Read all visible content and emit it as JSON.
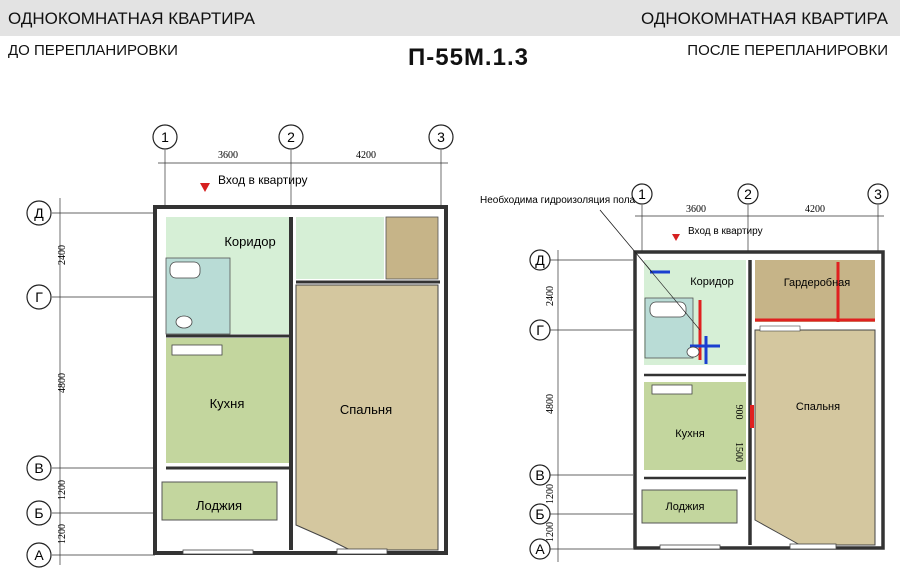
{
  "header": {
    "left_title": "ОДНОКОМНАТНАЯ КВАРТИРА",
    "right_title": "ОДНОКОМНАТНАЯ КВАРТИРА",
    "left_subtitle": "ДО ПЕРЕПЛАНИРОВКИ",
    "right_subtitle": "ПОСЛЕ ПЕРЕПЛАНИРОВКИ",
    "series": "П-55М.1.3"
  },
  "before": {
    "axes_top": [
      "1",
      "2",
      "3"
    ],
    "axes_left": [
      "Д",
      "Г",
      "В",
      "Б",
      "А"
    ],
    "dims_top": [
      "3600",
      "4200"
    ],
    "dims_left": [
      "2400",
      "4800",
      "1200",
      "1200"
    ],
    "entrance": "Вход в квартиру",
    "rooms": {
      "corridor": "Коридор",
      "kitchen": "Кухня",
      "bedroom": "Спальня",
      "loggia": "Лоджия"
    }
  },
  "after": {
    "axes_top": [
      "1",
      "2",
      "3"
    ],
    "axes_left": [
      "Д",
      "Г",
      "В",
      "Б",
      "А"
    ],
    "dims_top": [
      "3600",
      "4200"
    ],
    "dims_left": [
      "2400",
      "4800",
      "1200",
      "1200"
    ],
    "entrance": "Вход в квартиру",
    "note": "Необходима гидроизоляция пола",
    "dim_900": "900",
    "dim_1500": "1500",
    "rooms": {
      "corridor": "Коридор",
      "wardrobe": "Гардеробная",
      "kitchen": "Кухня",
      "bedroom": "Спальня",
      "loggia": "Лоджия"
    }
  },
  "colors": {
    "corridor": "#d6efd6",
    "bath": "#b9dcd6",
    "kitchen": "#c3d69e",
    "bedroom": "#d4c79f",
    "wardrobe": "#c6b488",
    "new_wall": "#e02020",
    "waterproofing": "#1a3fd0"
  }
}
